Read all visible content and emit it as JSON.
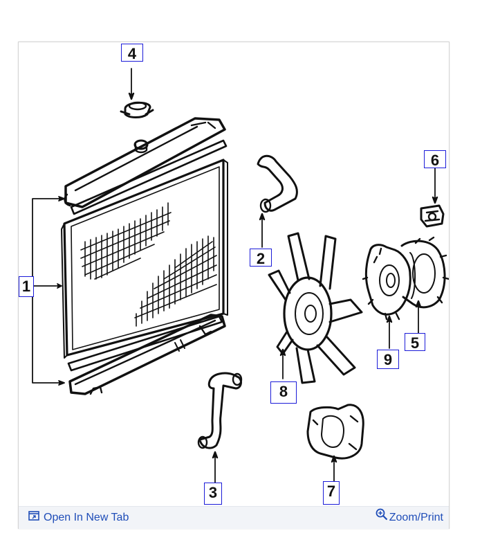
{
  "callouts": {
    "c1": "1",
    "c2": "2",
    "c3": "3",
    "c4": "4",
    "c5": "5",
    "c6": "6",
    "c7": "7",
    "c8": "8",
    "c9": "9"
  },
  "footer": {
    "open_tab_label": "Open In New Tab",
    "zoom_print_label": "Zoom/Print",
    "open_tab_icon": "open-in-new-tab-icon",
    "zoom_icon": "magnifier-plus-icon"
  },
  "colors": {
    "callout_border": "#1a1ad8",
    "link": "#1f4db8",
    "footer_bg": "#f2f4f8"
  }
}
